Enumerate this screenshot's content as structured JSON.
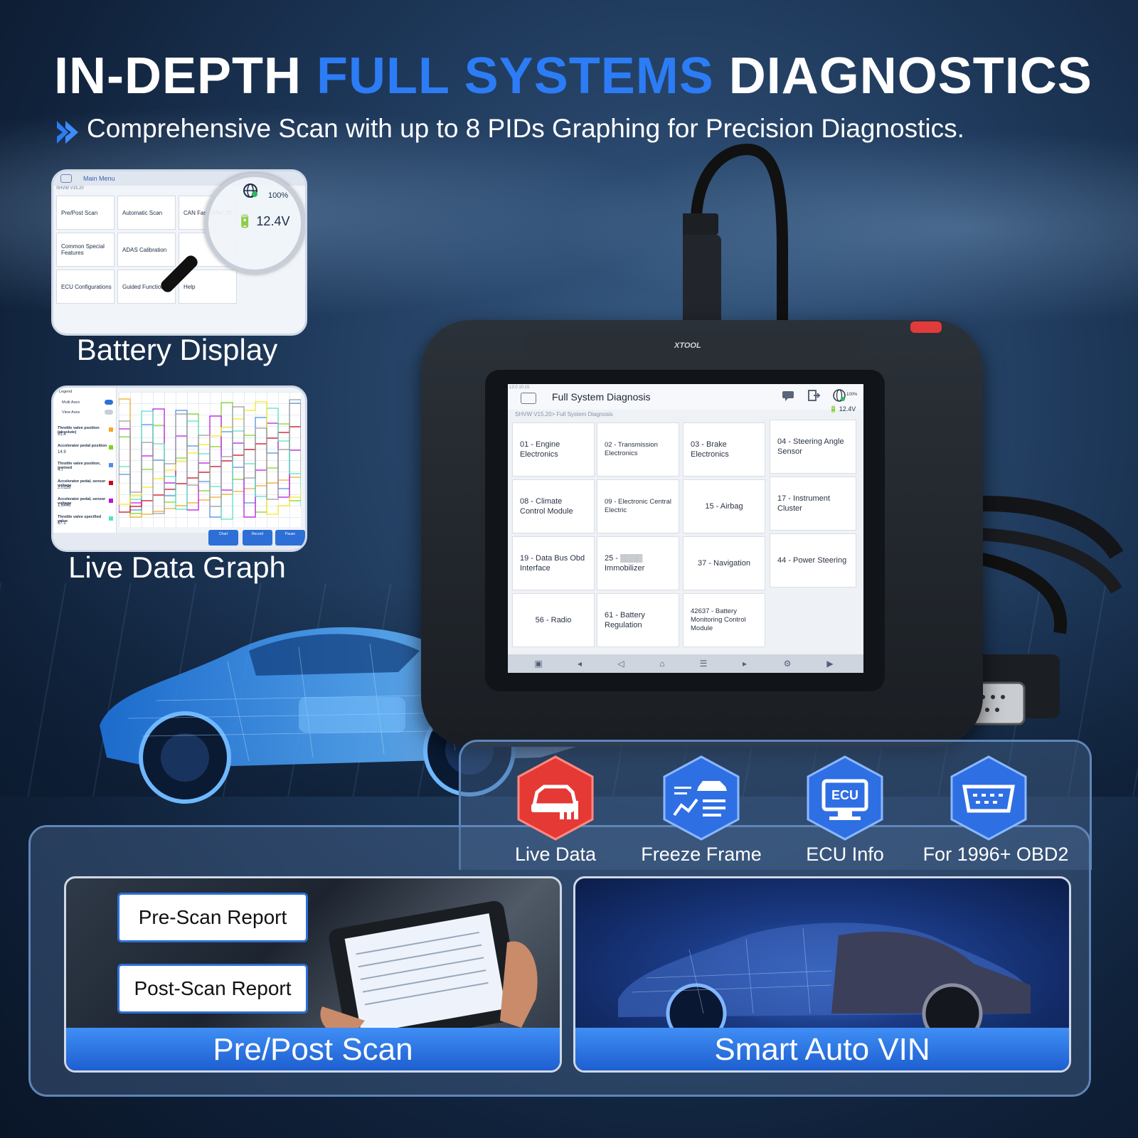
{
  "header": {
    "title_part1": "IN-DEPTH ",
    "title_accent": "FULL SYSTEMS",
    "title_part2": " DIAGNOSTICS",
    "subtitle": "Comprehensive Scan with up to 8 PIDs Graphing for Precision Diagnostics."
  },
  "colors": {
    "accent": "#2c7cf5",
    "panel_border": "#5f86b8",
    "live_data_hex": "#e53935",
    "feature_hex": "#2f6fe4"
  },
  "battery_display": {
    "caption": "Battery Display",
    "menu_title": "Main Menu",
    "version": "SHVW V15.20",
    "battery_voltage": "12.4V",
    "battery_percent": "100%",
    "cells": [
      "Pre/Post Scan",
      "Automatic Scan",
      "CAN Fast (After 20",
      "Common Special Features",
      "ADAS Calibration",
      "",
      "ECU Configurations",
      "Guided Function",
      "Help"
    ]
  },
  "live_data_graph": {
    "caption": "Live Data Graph",
    "legend_label": "Legend",
    "multi_axes_label": "Multi Axes",
    "view_axes_label": "View Axes",
    "pids": [
      {
        "name": "Throttle valve position (absolute)",
        "value": "51.4"
      },
      {
        "name": "Accelerator pedal position",
        "value": "14.9"
      },
      {
        "name": "Throttle valve position, normed",
        "value": "4.7"
      },
      {
        "name": "Accelerator pedal, sensor voltage",
        "value": "2.0123"
      },
      {
        "name": "Accelerator pedal, sensor voltage",
        "value": "1.6443"
      },
      {
        "name": "Throttle valve specified value",
        "value": "67.1"
      }
    ],
    "buttons": [
      "Chart",
      "Record",
      "Pause"
    ],
    "line_colors": [
      "#f5a623",
      "#7ed321",
      "#4a90e2",
      "#d0021b",
      "#bd10e0",
      "#50e3c2",
      "#f8e71c",
      "#9b9b9b"
    ]
  },
  "device": {
    "brand": "XTOOL",
    "screen_title": "Full System Diagnosis",
    "time": "12:0 10:15",
    "breadcrumb": "SHVW V15.20> Full System Diagnosis",
    "battery_voltage": "12.4V",
    "battery_percent": "100%",
    "tiles": [
      "01 - Engine Electronics",
      "02 - Transmission Electronics",
      "03 - Brake Electronics",
      "04 - Steering Angle Sensor",
      "08 - Climate Control Module",
      "09 - Electronic Central Electric",
      "15 - Airbag",
      "17 - Instrument Cluster",
      "19 - Data Bus Obd Interface",
      "25 - ▒▒▒▒ Immobilizer",
      "37 - Navigation",
      "44 - Power Steering",
      "56 - Radio",
      "61 - Battery Regulation",
      "42637 - Battery Monitoring Control Module"
    ]
  },
  "features": [
    {
      "label": "Live Data",
      "icon": "car-chart-icon"
    },
    {
      "label": "Freeze Frame",
      "icon": "freeze-frame-icon"
    },
    {
      "label": "ECU Info",
      "icon": "ecu-icon",
      "icon_text": "ECU"
    },
    {
      "label": "For 1996+ OBD2",
      "icon": "obd2-connector-icon"
    }
  ],
  "pre_post_scan": {
    "title": "Pre/Post Scan",
    "pre_report": "Pre-Scan Report",
    "post_report": "Post-Scan Report"
  },
  "smart_vin": {
    "title": "Smart Auto VIN"
  }
}
